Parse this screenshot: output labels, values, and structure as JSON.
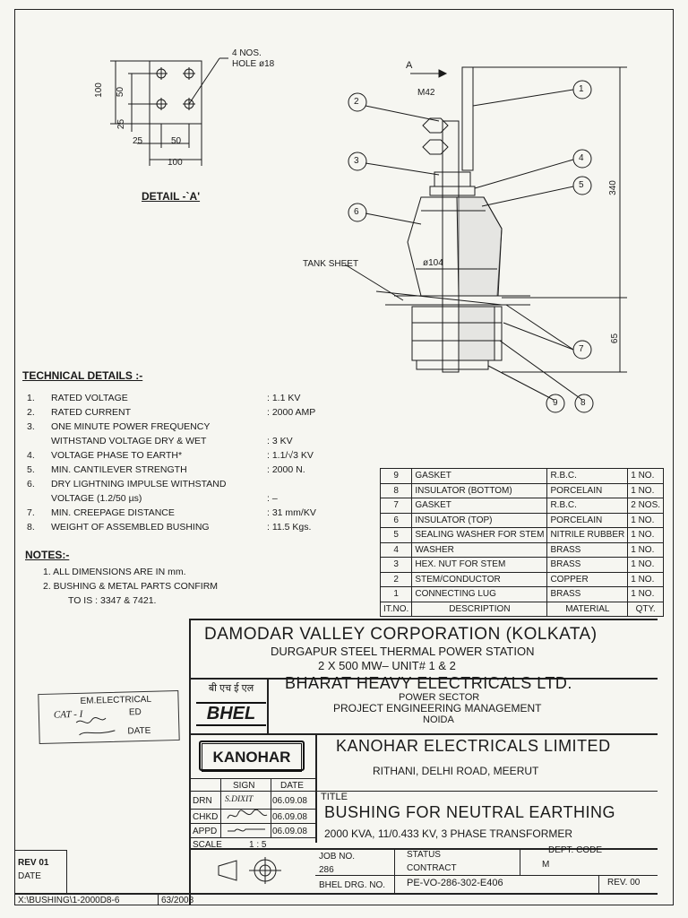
{
  "detail_a": {
    "holes_note_line1": "4 NOS.",
    "holes_note_line2": "HOLE ø18",
    "dim_100_v": "100",
    "dim_50_v": "50",
    "dim_25_v": "25",
    "dim_25_h": "25",
    "dim_50_h": "50",
    "dim_100_h": "100",
    "title": "DETAIL -`A'"
  },
  "main_drawing": {
    "arrow_label": "A",
    "thread_label": "M42",
    "tank_sheet_label": "TANK SHEET",
    "diameter_label": "ø104",
    "dim_340": "340",
    "dim_65": "65",
    "balloons": [
      "1",
      "2",
      "3",
      "4",
      "5",
      "6",
      "7",
      "8",
      "9"
    ]
  },
  "technical_details": {
    "title": "TECHNICAL DETAILS :-",
    "rows": [
      {
        "n": "1.",
        "t": "RATED VOLTAGE",
        "v": ": 1.1 KV"
      },
      {
        "n": "2.",
        "t": "RATED CURRENT",
        "v": ": 2000 AMP"
      },
      {
        "n": "3.",
        "t": "ONE MINUTE POWER FREQUENCY",
        "v": ""
      },
      {
        "n": "",
        "t": "WITHSTAND VOLTAGE DRY & WET",
        "v": ": 3 KV"
      },
      {
        "n": "4.",
        "t": "VOLTAGE PHASE TO EARTH*",
        "v": ": 1.1/√3 KV"
      },
      {
        "n": "5.",
        "t": "MIN. CANTILEVER STRENGTH",
        "v": ": 2000 N."
      },
      {
        "n": "6.",
        "t": "DRY LIGHTNING IMPULSE WITHSTAND",
        "v": ""
      },
      {
        "n": "",
        "t": "VOLTAGE (1.2/50 µs)",
        "v": ": –"
      },
      {
        "n": "7.",
        "t": "MIN. CREEPAGE DISTANCE",
        "v": ": 31 mm/KV"
      },
      {
        "n": "8.",
        "t": "WEIGHT OF ASSEMBLED BUSHING",
        "v": ": 11.5 Kgs."
      }
    ]
  },
  "notes": {
    "title": "NOTES:-",
    "line1": "1.   ALL DIMENSIONS ARE IN mm.",
    "line2": "2.   BUSHING & METAL PARTS CONFIRM",
    "line3": "TO IS : 3347 & 7421."
  },
  "bom": {
    "rows": [
      {
        "no": "9",
        "desc": "GASKET",
        "mat": "R.B.C.",
        "qty": "1 NO."
      },
      {
        "no": "8",
        "desc": "INSULATOR (BOTTOM)",
        "mat": "PORCELAIN",
        "qty": "1 NO."
      },
      {
        "no": "7",
        "desc": "GASKET",
        "mat": "R.B.C.",
        "qty": "2 NOS."
      },
      {
        "no": "6",
        "desc": "INSULATOR (TOP)",
        "mat": "PORCELAIN",
        "qty": "1 NO."
      },
      {
        "no": "5",
        "desc": "SEALING WASHER FOR STEM",
        "mat": "NITRILE RUBBER",
        "qty": "1 NO."
      },
      {
        "no": "4",
        "desc": "WASHER",
        "mat": "BRASS",
        "qty": "1 NO."
      },
      {
        "no": "3",
        "desc": "HEX. NUT FOR STEM",
        "mat": "BRASS",
        "qty": "1 NO."
      },
      {
        "no": "2",
        "desc": "STEM/CONDUCTOR",
        "mat": "COPPER",
        "qty": "1 NO."
      },
      {
        "no": "1",
        "desc": "CONNECTING LUG",
        "mat": "BRASS",
        "qty": "1 NO."
      }
    ],
    "header": {
      "no": "IT.NO.",
      "desc": "DESCRIPTION",
      "mat": "MATERIAL",
      "qty": "QTY."
    }
  },
  "title_block": {
    "client": "DAMODAR VALLEY CORPORATION (KOLKATA)",
    "station": "DURGAPUR STEEL THERMAL POWER STATION",
    "units": "2 X 500 MW– UNIT# 1 & 2",
    "bhel_hindi": "बी एच ई एल",
    "bhel_logo": "BHEL",
    "bhel_name": "BHARAT HEAVY ELECTRICALS LTD.",
    "bhel_sector": "POWER SECTOR",
    "bhel_pem": "PROJECT ENGINEERING MANAGEMENT",
    "bhel_city": "NOIDA",
    "kanohar_logo": "KANOHAR",
    "kanohar_name": "KANOHAR ELECTRICALS LIMITED",
    "kanohar_addr": "RITHANI, DELHI ROAD, MEERUT",
    "sign_header": "SIGN",
    "date_header": "DATE",
    "drn_label": "DRN",
    "drn_sign": "S.DIXIT",
    "drn_date": "06.09.08",
    "chkd_label": "CHKD",
    "chkd_date": "06.09.08",
    "appd_label": "APPD",
    "appd_date": "06.09.08",
    "scale_label": "SCALE",
    "scale_value": "1 : 5",
    "title_label": "TITLE",
    "title_main": "BUSHING FOR NEUTRAL EARTHING",
    "title_sub": "2000 KVA, 11/0.433 KV, 3 PHASE TRANSFORMER",
    "job_label": "JOB NO.",
    "job_value": "286",
    "status_label": "STATUS",
    "status_value": "CONTRACT",
    "dept_label": "DEPT. CODE",
    "dept_value": "M",
    "drg_label": "BHEL DRG. NO.",
    "drg_value": "PE-VO-286-302-E406",
    "rev_label": "REV. 00"
  },
  "stamp": {
    "line1": "EM.ELECTRICAL",
    "line2": "CAT - I",
    "line3": "ED",
    "line4": "DATE"
  },
  "footer": {
    "rev_label": "REV 01",
    "date_label": "DATE",
    "file_path": "X:\\BUSHING\\1-2000D8-6",
    "file_date": "63/2008"
  }
}
